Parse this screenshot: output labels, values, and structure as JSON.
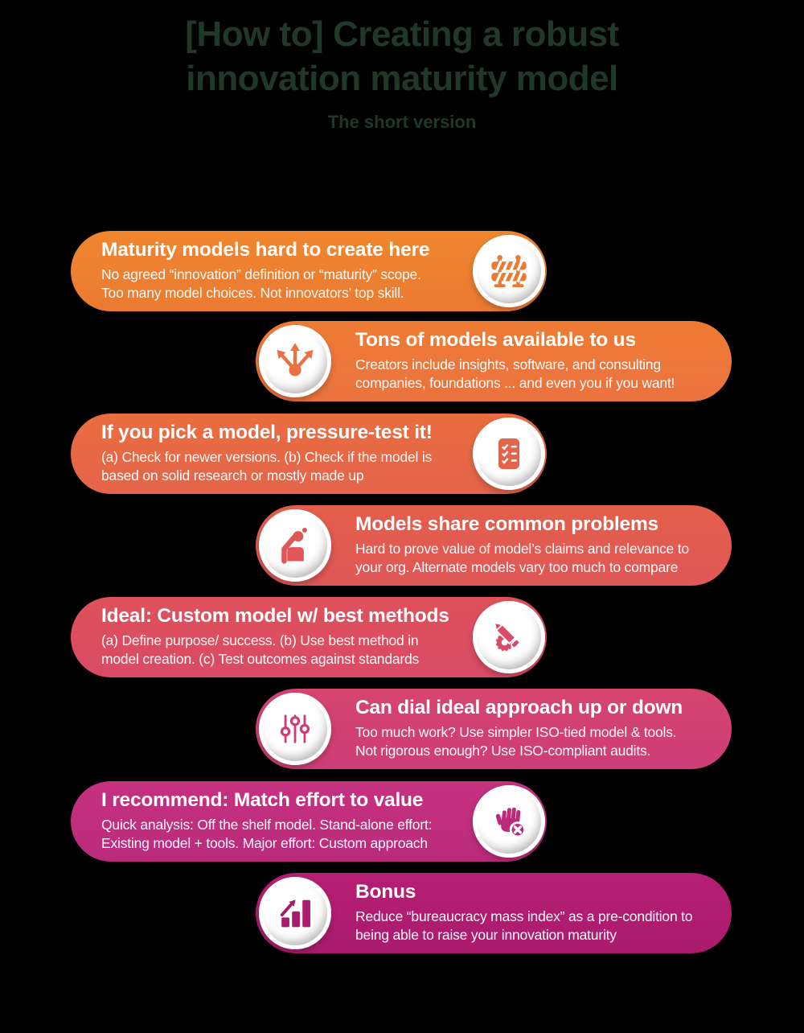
{
  "page": {
    "background": "#000000",
    "accent_dark_green": "#20382a"
  },
  "header": {
    "title_line1": "[How to] Creating a robust",
    "title_line2": "innovation maturity model",
    "subtitle": "The short version"
  },
  "rows": [
    {
      "side": "left",
      "icon": "barricade-icon",
      "color_top": "#F0862E",
      "color_bottom": "#EB7A33",
      "title": "Maturity models hard to create here",
      "body_line1": "No agreed “innovation” definition or “maturity” scope.",
      "body_line2": "Too many model choices. Not innovators’ top skill."
    },
    {
      "side": "right",
      "icon": "branching-arrows-icon",
      "color_top": "#EF7C33",
      "color_bottom": "#EA7240",
      "title": "Tons of models available to us",
      "body_line1": "Creators include insights, software, and consulting",
      "body_line2": "companies, foundations ... and even you if you want!"
    },
    {
      "side": "left",
      "icon": "checklist-icon",
      "color_top": "#E96D3F",
      "color_bottom": "#E4644B",
      "title": "If you pick a model, pressure-test it!",
      "body_line1": "(a) Check for newer versions. (b) Check if the model is",
      "body_line2": "based on solid research or mostly made up"
    },
    {
      "side": "right",
      "icon": "person-scratching-head-icon",
      "color_top": "#E45E4B",
      "color_bottom": "#DF5757",
      "title": "Models share common problems",
      "body_line1": "Hard to prove value of model’s claims and relevance to",
      "body_line2": "your org. Alternate models vary too much to compare"
    },
    {
      "side": "left",
      "icon": "gear-pencil-icon",
      "color_top": "#DF515A",
      "color_bottom": "#D94A66",
      "title": "Ideal: Custom model w/ best methods",
      "body_line1": "(a) Define purpose/ success. (b) Use best method in",
      "body_line2": "model creation. (c) Test outcomes against standards"
    },
    {
      "side": "right",
      "icon": "sliders-icon",
      "color_top": "#D64470",
      "color_bottom": "#CE3D76",
      "title": "Can dial ideal approach up or down",
      "body_line1": "Too much work? Use simpler ISO-tied model & tools.",
      "body_line2": "Not rigorous enough? Use ISO-compliant audits."
    },
    {
      "side": "left",
      "icon": "stop-hand-icon",
      "color_top": "#C63180",
      "color_bottom": "#BB2B7B",
      "title": "I recommend: Match effort to value",
      "body_line1": "Quick analysis: Off the shelf model. Stand-alone effort:",
      "body_line2": "Existing model + tools. Major effort: Custom approach"
    },
    {
      "side": "right",
      "icon": "rising-bar-chart-icon",
      "color_top": "#B61F73",
      "color_bottom": "#A91B6E",
      "title": "Bonus",
      "body_line1": "Reduce “bureaucracy mass index” as a pre-condition to",
      "body_line2": "being able to raise your innovation maturity"
    }
  ]
}
